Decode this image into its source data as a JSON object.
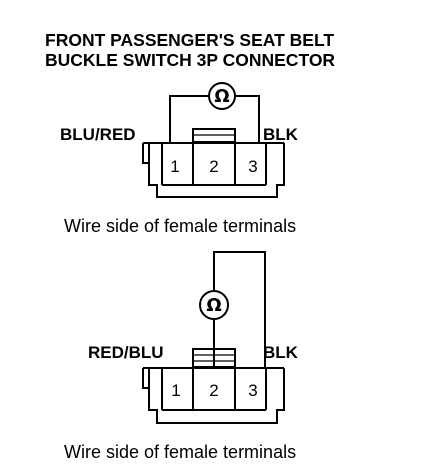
{
  "title": {
    "line1": "FRONT PASSENGER'S SEAT BELT",
    "line2": "BUCKLE SWITCH 3P CONNECTOR"
  },
  "diagram1": {
    "left_label": "BLU/RED",
    "right_label": "BLK",
    "pins": [
      "1",
      "2",
      "3"
    ],
    "meter_symbol": "Ω",
    "caption": "Wire side of female terminals"
  },
  "diagram2": {
    "left_label": "RED/BLU",
    "right_label": "BLK",
    "pins": [
      "1",
      "2",
      "3"
    ],
    "meter_symbol": "Ω",
    "caption": "Wire side of female terminals"
  },
  "icons": {
    "meter": "ohmmeter-icon"
  }
}
